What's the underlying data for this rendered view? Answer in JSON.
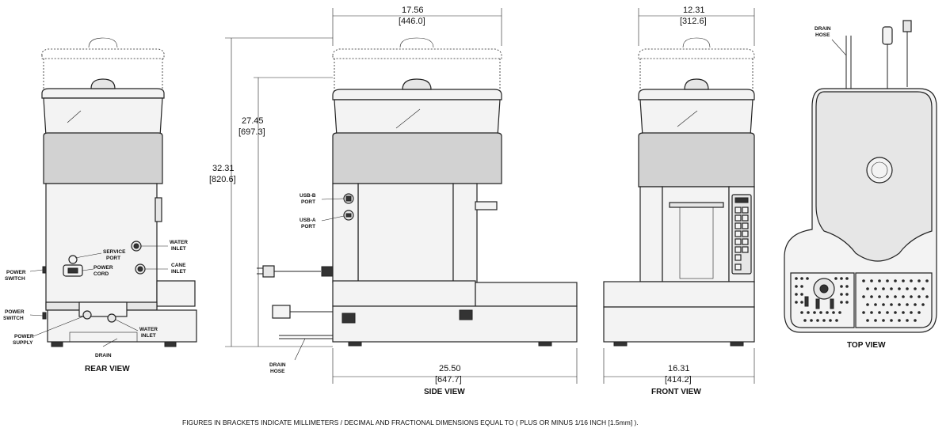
{
  "dimensions": {
    "side_width": "17.56",
    "side_width_mm": "[446.0]",
    "front_width": "12.31",
    "front_width_mm": "[312.6]",
    "overall_height": "32.31",
    "overall_height_mm": "[820.6]",
    "lower_height": "27.45",
    "lower_height_mm": "[697.3]",
    "side_depth": "25.50",
    "side_depth_mm": "[647.7]",
    "front_depth": "16.31",
    "front_depth_mm": "[414.2]"
  },
  "labels": {
    "service_port_1": "SERVICE",
    "service_port_2": "PORT",
    "power_cord_1": "POWER",
    "power_cord_2": "CORD",
    "water_inlet_1": "WATER",
    "water_inlet_2": "INLET",
    "cane_inlet_1": "CANE",
    "cane_inlet_2": "INLET",
    "power_switch_1": "POWER",
    "power_switch_2": "SWITCH",
    "power_switch_b1": "POWER",
    "power_switch_b2": "SWITCH",
    "power_supply_1": "POWER",
    "power_supply_2": "SUPPLY",
    "water_inlet_b1": "WATER",
    "water_inlet_b2": "INLET",
    "drain": "DRAIN",
    "usb_b_1": "USB-B",
    "usb_b_2": "PORT",
    "usb_a_1": "USB-A",
    "usb_a_2": "PORT",
    "drain_hose_1": "DRAIN",
    "drain_hose_2": "HOSE",
    "drain_hose_top_1": "DRAIN",
    "drain_hose_top_2": "HOSE"
  },
  "views": {
    "rear": "REAR VIEW",
    "side": "SIDE VIEW",
    "front": "FRONT VIEW",
    "top": "TOP VIEW"
  },
  "footnote": "FIGURES IN BRACKETS INDICATE MILLIMETERS / DECIMAL AND FRACTIONAL DIMENSIONS EQUAL TO ( PLUS OR MINUS 1/16 INCH [1.5mm] )."
}
